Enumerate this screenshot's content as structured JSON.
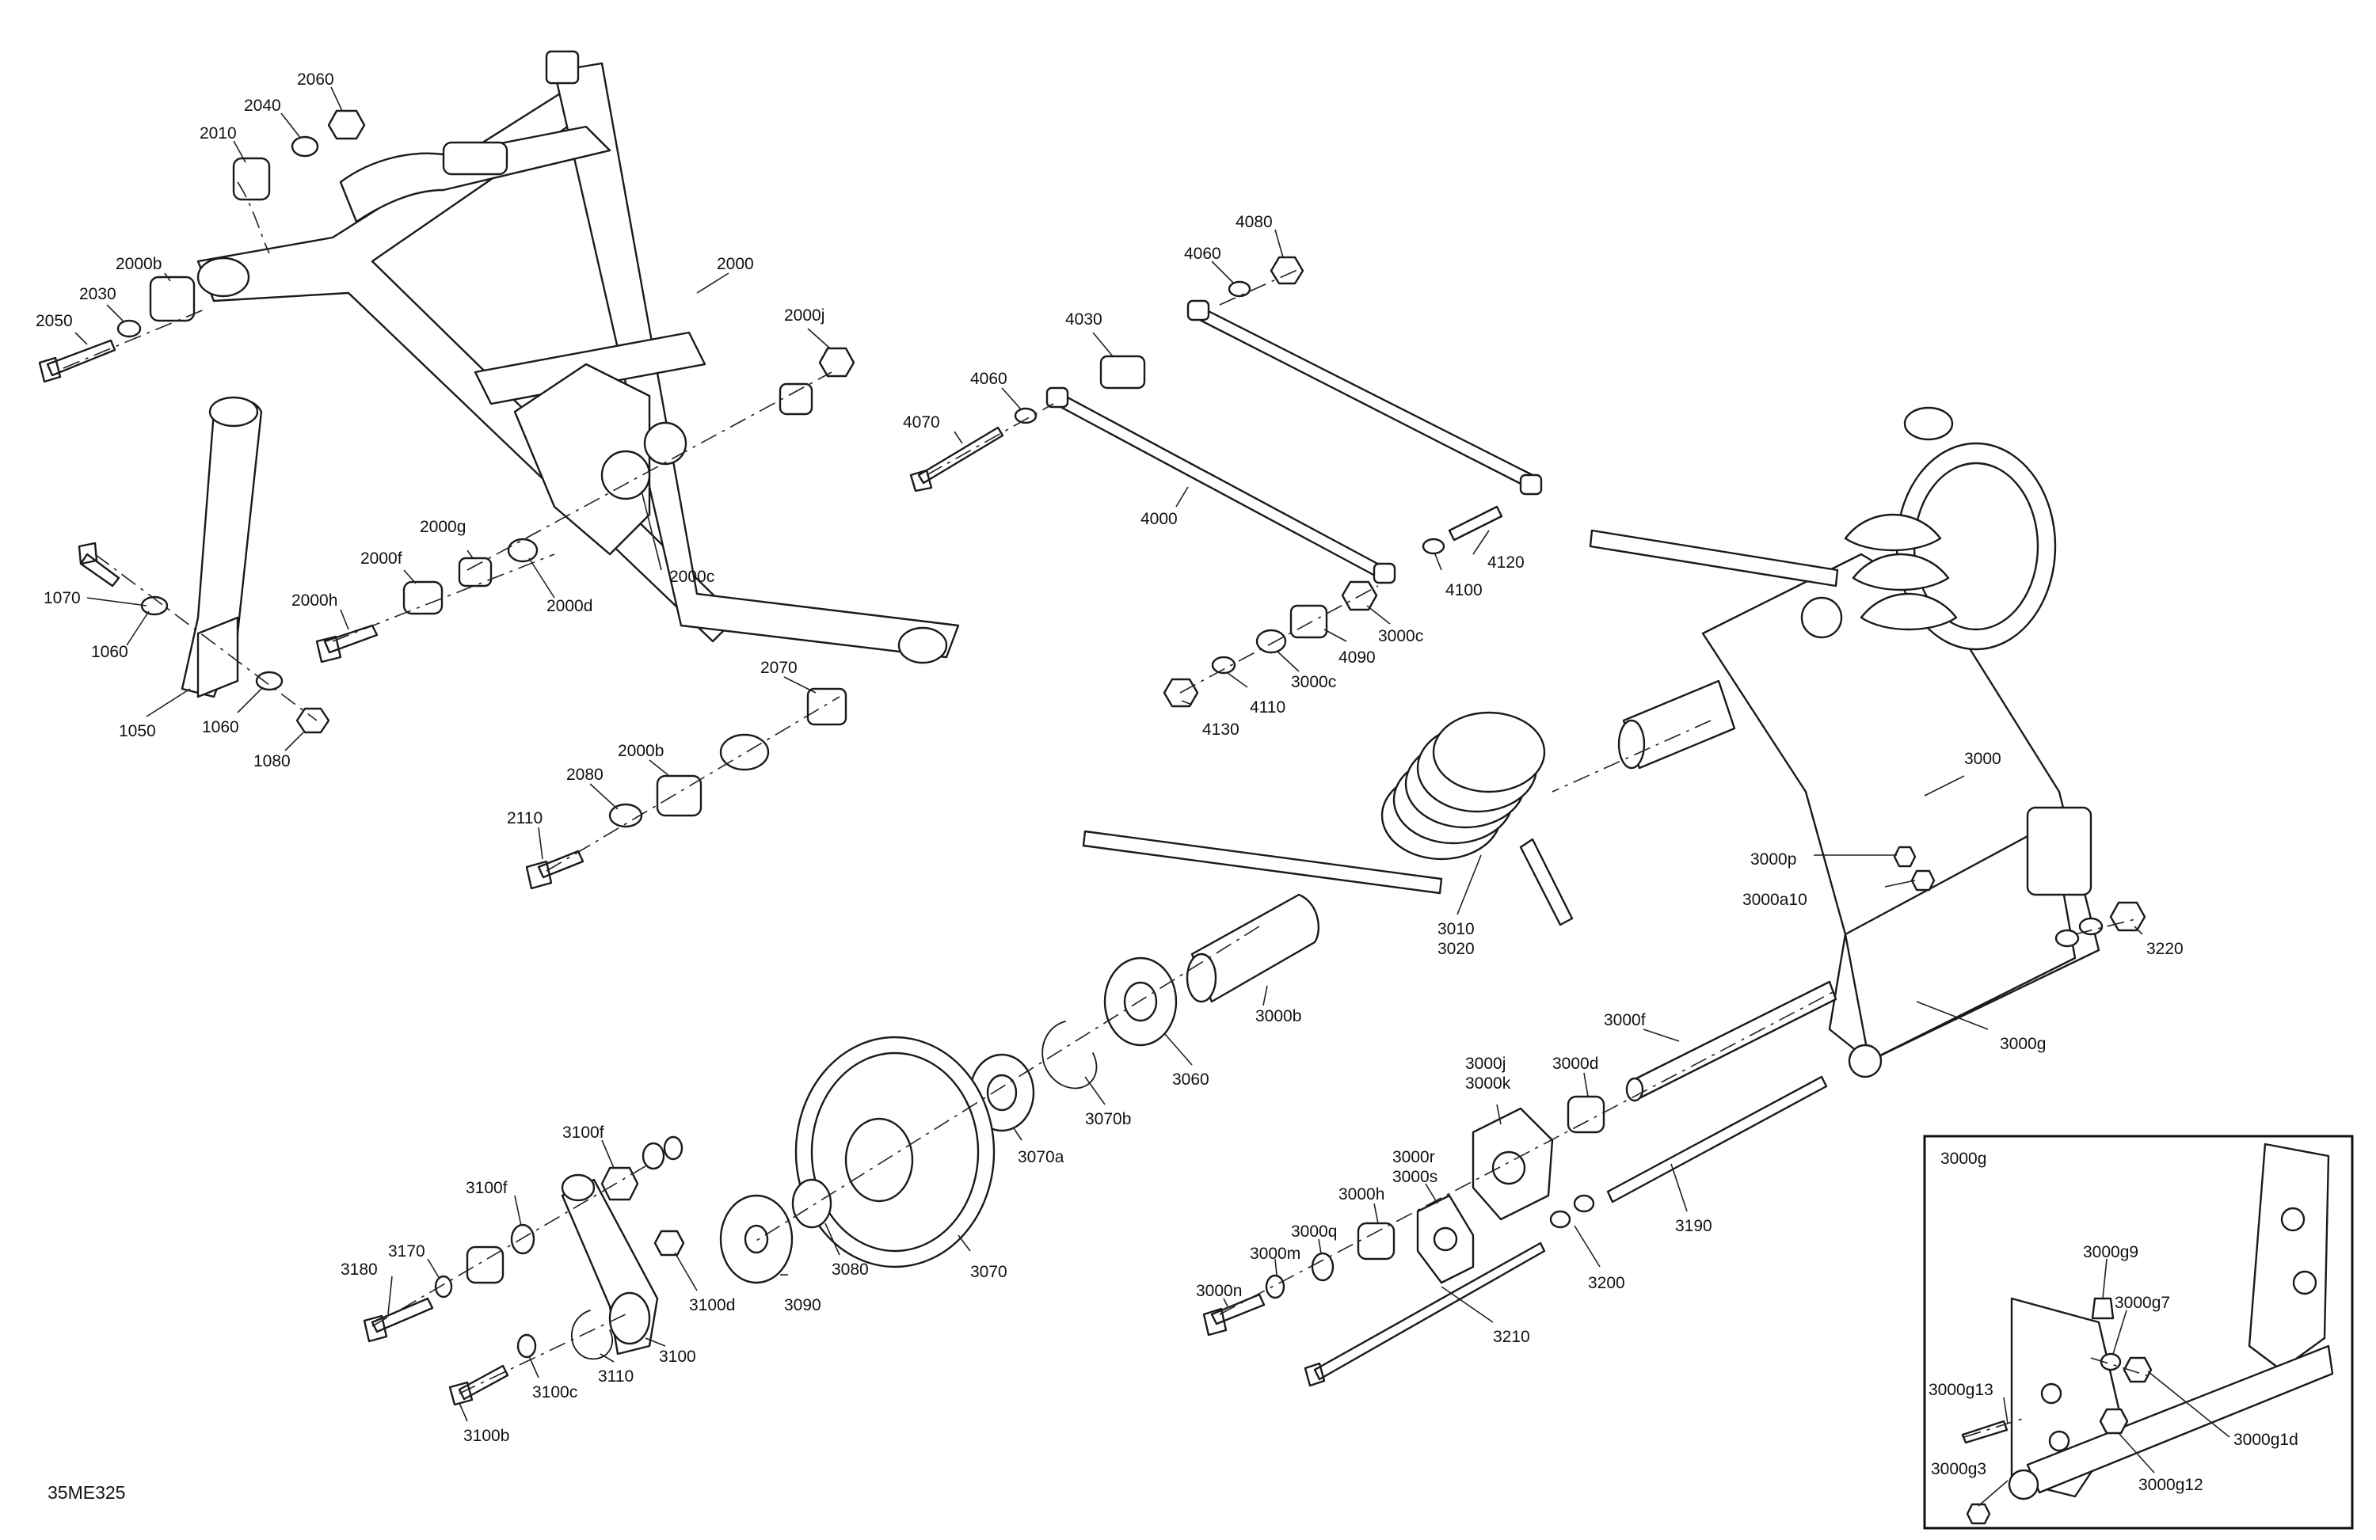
{
  "diagram_code": "35ME325",
  "inset_title": "3000g",
  "callouts": {
    "c2060": "2060",
    "c2040": "2040",
    "c2010": "2010",
    "c2000": "2000",
    "c2000b_top": "2000b",
    "c2030": "2030",
    "c2050": "2050",
    "c2000j": "2000j",
    "c2000g": "2000g",
    "c2000f": "2000f",
    "c2000c": "2000c",
    "c2000d": "2000d",
    "c2000h": "2000h",
    "c2070": "2070",
    "c2000b_low": "2000b",
    "c2080": "2080",
    "c2110": "2110",
    "c1070": "1070",
    "c1060_a": "1060",
    "c1050": "1050",
    "c1060_b": "1060",
    "c1080": "1080",
    "c4080": "4080",
    "c4060_a": "4060",
    "c4030": "4030",
    "c4060_b": "4060",
    "c4070": "4070",
    "c4000": "4000",
    "c4120": "4120",
    "c4100": "4100",
    "c3000c_a": "3000c",
    "c4090": "4090",
    "c3000c_b": "3000c",
    "c4110": "4110",
    "c4130": "4130",
    "c3000": "3000",
    "c3000p": "3000p",
    "c3000a10": "3000a10",
    "c3220": "3220",
    "c3000g": "3000g",
    "c3010": "3010",
    "c3020": "3020",
    "c3000b": "3000b",
    "c3060": "3060",
    "c3070b": "3070b",
    "c3070a": "3070a",
    "c3070": "3070",
    "c3080": "3080",
    "c3090": "3090",
    "c3000f": "3000f",
    "c3000d": "3000d",
    "c3000j": "3000j",
    "c3000k": "3000k",
    "c3000r": "3000r",
    "c3000s": "3000s",
    "c3000h": "3000h",
    "c3000q": "3000q",
    "c3000m": "3000m",
    "c3000n": "3000n",
    "c3190": "3190",
    "c3200": "3200",
    "c3210": "3210",
    "c3100f_a": "3100f",
    "c3100f_b": "3100f",
    "c3170": "3170",
    "c3180": "3180",
    "c3100d": "3100d",
    "c3100": "3100",
    "c3110": "3110",
    "c3100c": "3100c",
    "c3100b": "3100b",
    "c3000g9": "3000g9",
    "c3000g7": "3000g7",
    "c3000g13": "3000g13",
    "c3000g1d": "3000g1d",
    "c3000g3": "3000g3",
    "c3000g12": "3000g12"
  }
}
